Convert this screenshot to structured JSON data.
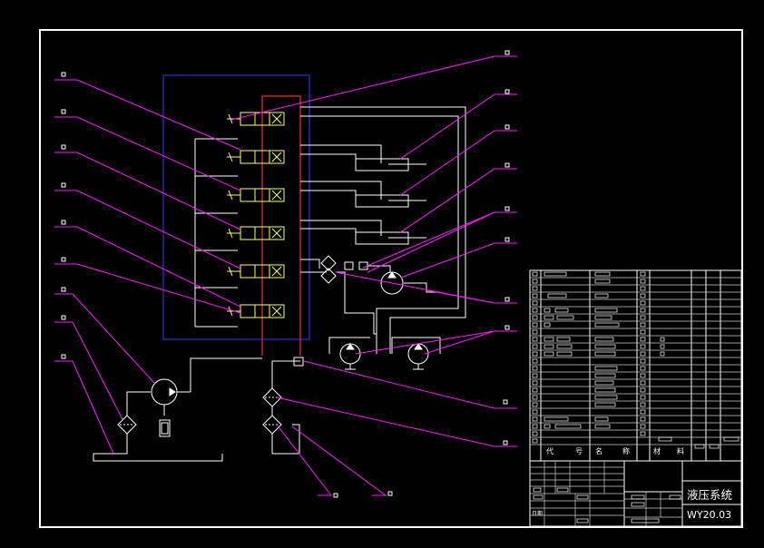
{
  "drawing": {
    "title": "液压系统",
    "number": "WY20.03"
  },
  "bom_header": {
    "col_code": "代",
    "col_code2": "号",
    "col_name": "名",
    "col_name2": "称",
    "col_material": "材",
    "col_material2": "料"
  },
  "title_block": {
    "approve_label": "日期"
  },
  "colors": {
    "frame": "#ffffff",
    "hydraulic_line": "#ffffff",
    "leader": "#ff00ff",
    "valve_block_outline": "#3333ff",
    "pressure_line": "#ff2020",
    "valve_symbol": "#ffff00"
  },
  "icons": {
    "pump": "pump-icon",
    "motor": "motor-icon",
    "filter": "filter-icon",
    "valve": "directional-valve-icon",
    "cylinder": "cylinder-icon"
  }
}
